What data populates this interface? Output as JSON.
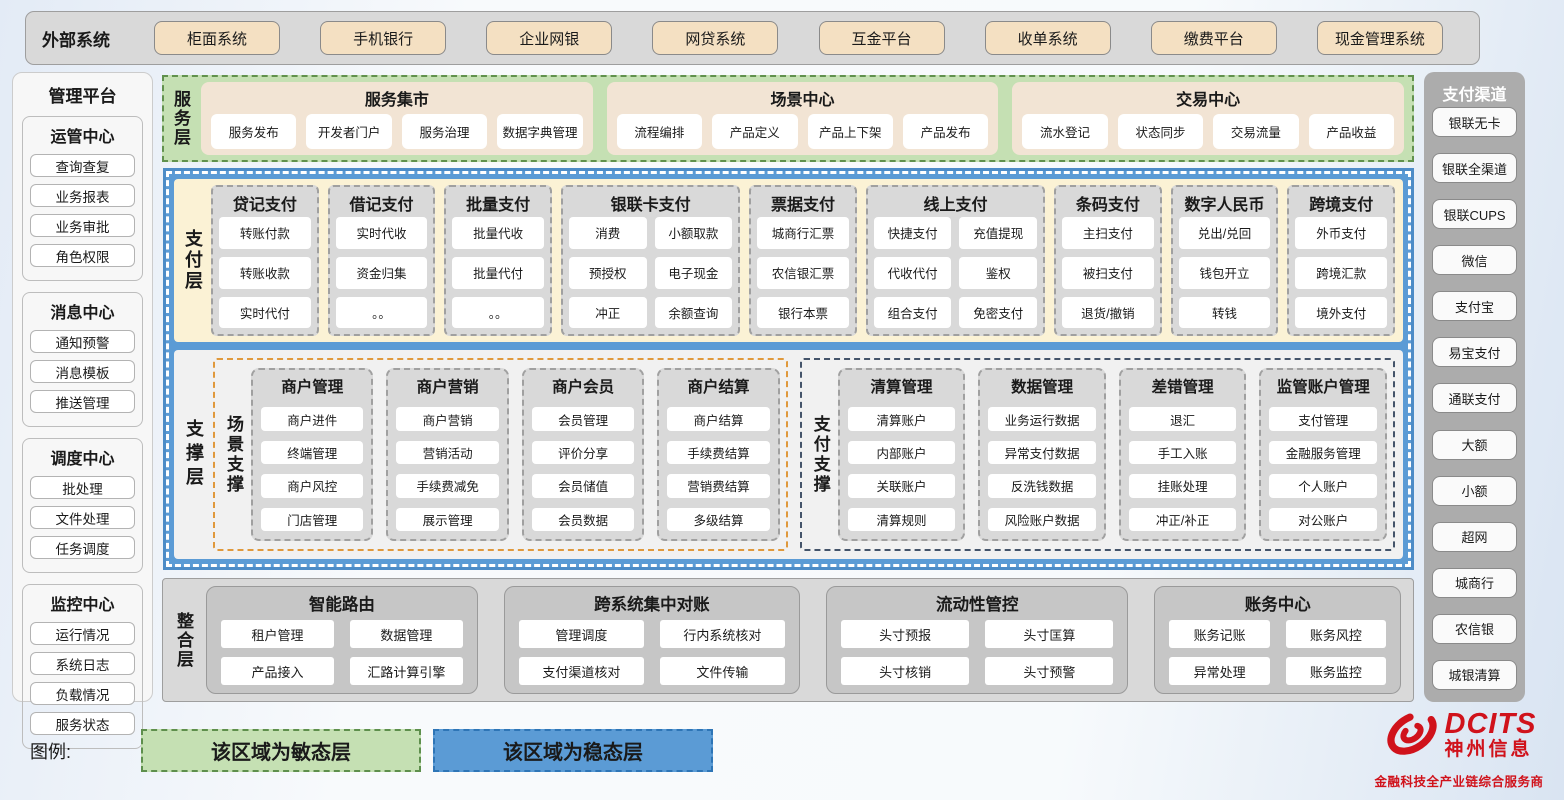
{
  "page": {
    "legend_label": "图例:",
    "legend_items": [
      {
        "type": "agile",
        "label": "该区域为敏态层"
      },
      {
        "type": "stable",
        "label": "该区域为稳态层"
      }
    ]
  },
  "colors": {
    "agile_green": "#C5E0B3",
    "stable_blue": "#5B9BD5",
    "payment_panel_yellow": "#FBF2D5",
    "column_gray": "#D9D9D9",
    "external_button_tan": "#F4E0C2",
    "scene_support_orange": "#E0993C",
    "payment_support_dark": "#44546A",
    "brand_red": "#D0121B"
  },
  "external_systems": {
    "title": "外部系统",
    "items": [
      "柜面系统",
      "手机银行",
      "企业网银",
      "网贷系统",
      "互金平台",
      "收单系统",
      "缴费平台",
      "现金管理系统"
    ]
  },
  "management_platform": {
    "title": "管理平台",
    "groups": [
      {
        "title": "运管中心",
        "items": [
          "查询查复",
          "业务报表",
          "业务审批",
          "角色权限"
        ]
      },
      {
        "title": "消息中心",
        "items": [
          "通知预警",
          "消息模板",
          "推送管理"
        ]
      },
      {
        "title": "调度中心",
        "items": [
          "批处理",
          "文件处理",
          "任务调度"
        ]
      },
      {
        "title": "监控中心",
        "items": [
          "运行情况",
          "系统日志",
          "负载情况",
          "服务状态"
        ]
      }
    ]
  },
  "service_layer": {
    "label": "服务层",
    "groups": [
      {
        "title": "服务集市",
        "items": [
          "服务发布",
          "开发者门户",
          "服务治理",
          "数据字典管理"
        ]
      },
      {
        "title": "场景中心",
        "items": [
          "流程编排",
          "产品定义",
          "产品上下架",
          "产品发布"
        ]
      },
      {
        "title": "交易中心",
        "items": [
          "流水登记",
          "状态同步",
          "交易流量",
          "产品收益"
        ]
      }
    ]
  },
  "payment_layer": {
    "label": "支付层",
    "columns": [
      {
        "title": "贷记支付",
        "cols": 1,
        "items": [
          "转账付款",
          "转账收款",
          "实时代付"
        ]
      },
      {
        "title": "借记支付",
        "cols": 1,
        "items": [
          "实时代收",
          "资金归集",
          "。。"
        ]
      },
      {
        "title": "批量支付",
        "cols": 1,
        "items": [
          "批量代收",
          "批量代付",
          "。。"
        ]
      },
      {
        "title": "银联卡支付",
        "cols": 2,
        "items": [
          "消费",
          "小额取款",
          "预授权",
          "电子现金",
          "冲正",
          "余额查询"
        ]
      },
      {
        "title": "票据支付",
        "cols": 1,
        "items": [
          "城商行汇票",
          "农信银汇票",
          "银行本票"
        ]
      },
      {
        "title": "线上支付",
        "cols": 2,
        "items": [
          "快捷支付",
          "充值提现",
          "代收代付",
          "鉴权",
          "组合支付",
          "免密支付"
        ]
      },
      {
        "title": "条码支付",
        "cols": 1,
        "items": [
          "主扫支付",
          "被扫支付",
          "退货/撤销"
        ]
      },
      {
        "title": "数字人民币",
        "cols": 1,
        "items": [
          "兑出/兑回",
          "钱包开立",
          "转钱"
        ]
      },
      {
        "title": "跨境支付",
        "cols": 1,
        "items": [
          "外币支付",
          "跨境汇款",
          "境外支付"
        ]
      }
    ]
  },
  "support_layer": {
    "label": "支撑层",
    "sections": [
      {
        "label": "场景支撑",
        "style": "orange",
        "columns": [
          {
            "title": "商户管理",
            "items": [
              "商户进件",
              "终端管理",
              "商户风控",
              "门店管理"
            ]
          },
          {
            "title": "商户营销",
            "items": [
              "商户营销",
              "营销活动",
              "手续费减免",
              "展示管理"
            ]
          },
          {
            "title": "商户会员",
            "items": [
              "会员管理",
              "评价分享",
              "会员储值",
              "会员数据"
            ]
          },
          {
            "title": "商户结算",
            "items": [
              "商户结算",
              "手续费结算",
              "营销费结算",
              "多级结算"
            ]
          }
        ]
      },
      {
        "label": "支付支撑",
        "style": "dark",
        "columns": [
          {
            "title": "清算管理",
            "items": [
              "清算账户",
              "内部账户",
              "关联账户",
              "清算规则"
            ]
          },
          {
            "title": "数据管理",
            "items": [
              "业务运行数据",
              "异常支付数据",
              "反洗钱数据",
              "风险账户数据"
            ]
          },
          {
            "title": "差错管理",
            "items": [
              "退汇",
              "手工入账",
              "挂账处理",
              "冲正/补正"
            ]
          },
          {
            "title": "监管账户管理",
            "items": [
              "支付管理",
              "金融服务管理",
              "个人账户",
              "对公账户"
            ]
          }
        ]
      }
    ]
  },
  "integration_layer": {
    "label": "整合层",
    "groups": [
      {
        "title": "智能路由",
        "items": [
          "租户管理",
          "数据管理",
          "产品接入",
          "汇路计算引擎"
        ]
      },
      {
        "title": "跨系统集中对账",
        "items": [
          "管理调度",
          "行内系统核对",
          "支付渠道核对",
          "文件传输"
        ]
      },
      {
        "title": "流动性管控",
        "items": [
          "头寸预报",
          "头寸匡算",
          "头寸核销",
          "头寸预警"
        ]
      },
      {
        "title": "账务中心",
        "items": [
          "账务记账",
          "账务风控",
          "异常处理",
          "账务监控"
        ]
      }
    ]
  },
  "payment_channels": {
    "title": "支付渠道",
    "items": [
      "银联无卡",
      "银联全渠道",
      "银联CUPS",
      "微信",
      "支付宝",
      "易宝支付",
      "通联支付",
      "大额",
      "小额",
      "超网",
      "城商行",
      "农信银",
      "城银清算"
    ]
  },
  "branding": {
    "name": "DCITS",
    "cn_name": "神州信息",
    "tagline": "金融科技全产业链综合服务商"
  }
}
